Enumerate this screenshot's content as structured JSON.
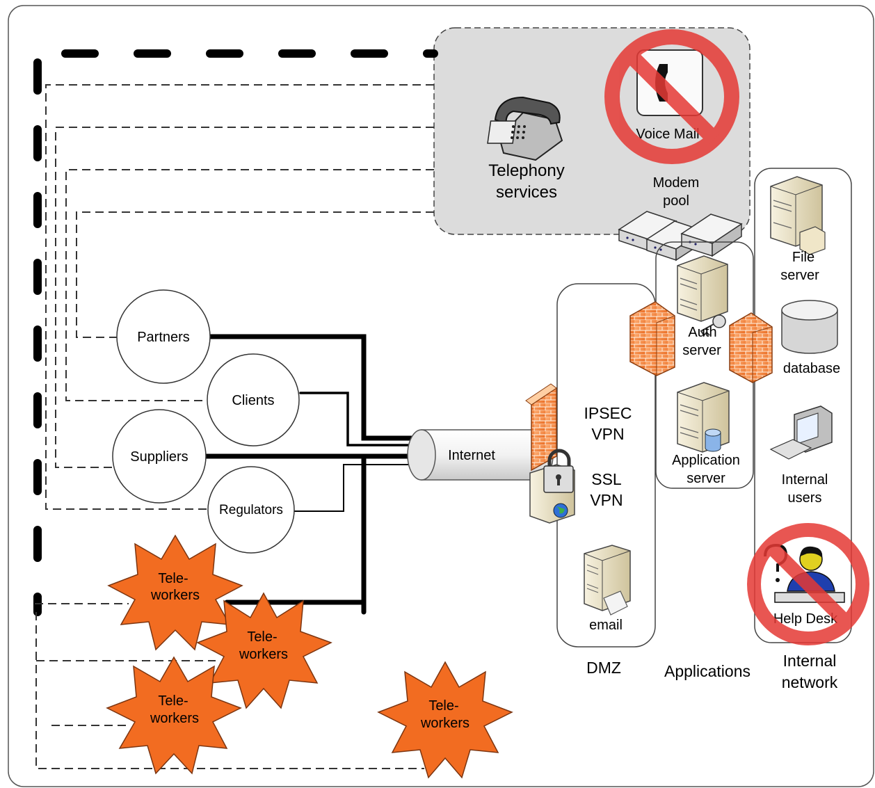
{
  "telephony": {
    "label_line1": "Telephony",
    "label_line2": "services",
    "voice_mail": "Voice Mail",
    "modem_line1": "Modem",
    "modem_line2": "pool"
  },
  "external_parties": {
    "partners": "Partners",
    "clients": "Clients",
    "suppliers": "Suppliers",
    "regulators": "Regulators"
  },
  "internet": {
    "label": "Internet"
  },
  "teleworkers": {
    "line1": "Tele-",
    "line2": "workers"
  },
  "dmz": {
    "label": "DMZ",
    "ipsec_line1": "IPSEC",
    "ipsec_line2": "VPN",
    "ssl_line1": "SSL",
    "ssl_line2": "VPN",
    "email": "email"
  },
  "applications": {
    "label": "Applications",
    "auth_line1": "Auth",
    "auth_line2": "server",
    "app_line1": "Application",
    "app_line2": "server"
  },
  "internal": {
    "label_line1": "Internal",
    "label_line2": "network",
    "file_line1": "File",
    "file_line2": "server",
    "database": "database",
    "users_line1": "Internal",
    "users_line2": "users",
    "help_desk": "Help Desk"
  },
  "colors": {
    "firewall": "#f2802e",
    "teleworker_fill": "#f26c21",
    "prohibit_red": "#e53935",
    "server_beige": "#ece4c8",
    "telephony_panel": "#dcdcdc"
  },
  "icons": [
    "telephone-icon",
    "voice-mail-icon",
    "modem-icon",
    "firewall-icon",
    "server-icon",
    "database-icon",
    "computer-icon",
    "lock-icon",
    "globe-icon",
    "key-icon",
    "help-desk-icon",
    "prohibited-icon"
  ]
}
